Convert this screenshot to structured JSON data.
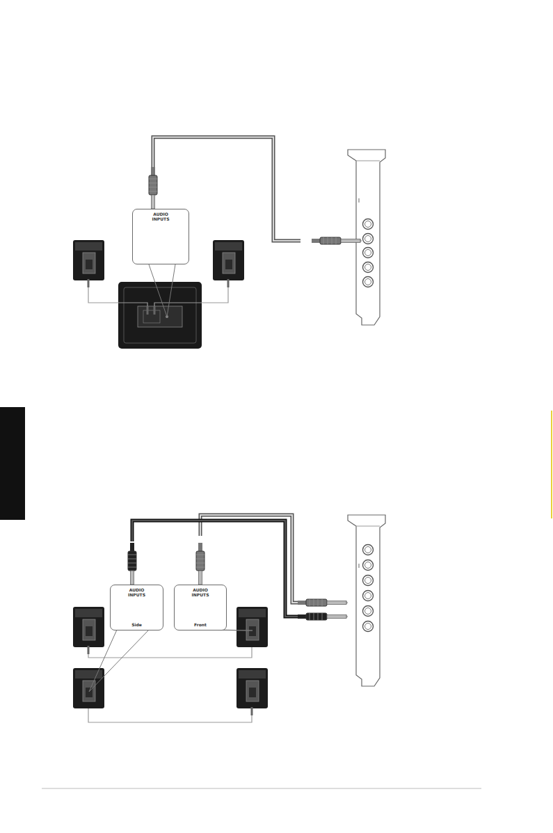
{
  "diagram": {
    "nodes": [
      {
        "text": [
          "AUDIO INPUTS"
        ]
      },
      {
        "text": [
          "AUDIO INPUTS",
          "Side"
        ]
      },
      {
        "text": [
          "AUDIO INPUTS",
          "Front"
        ]
      }
    ]
  }
}
